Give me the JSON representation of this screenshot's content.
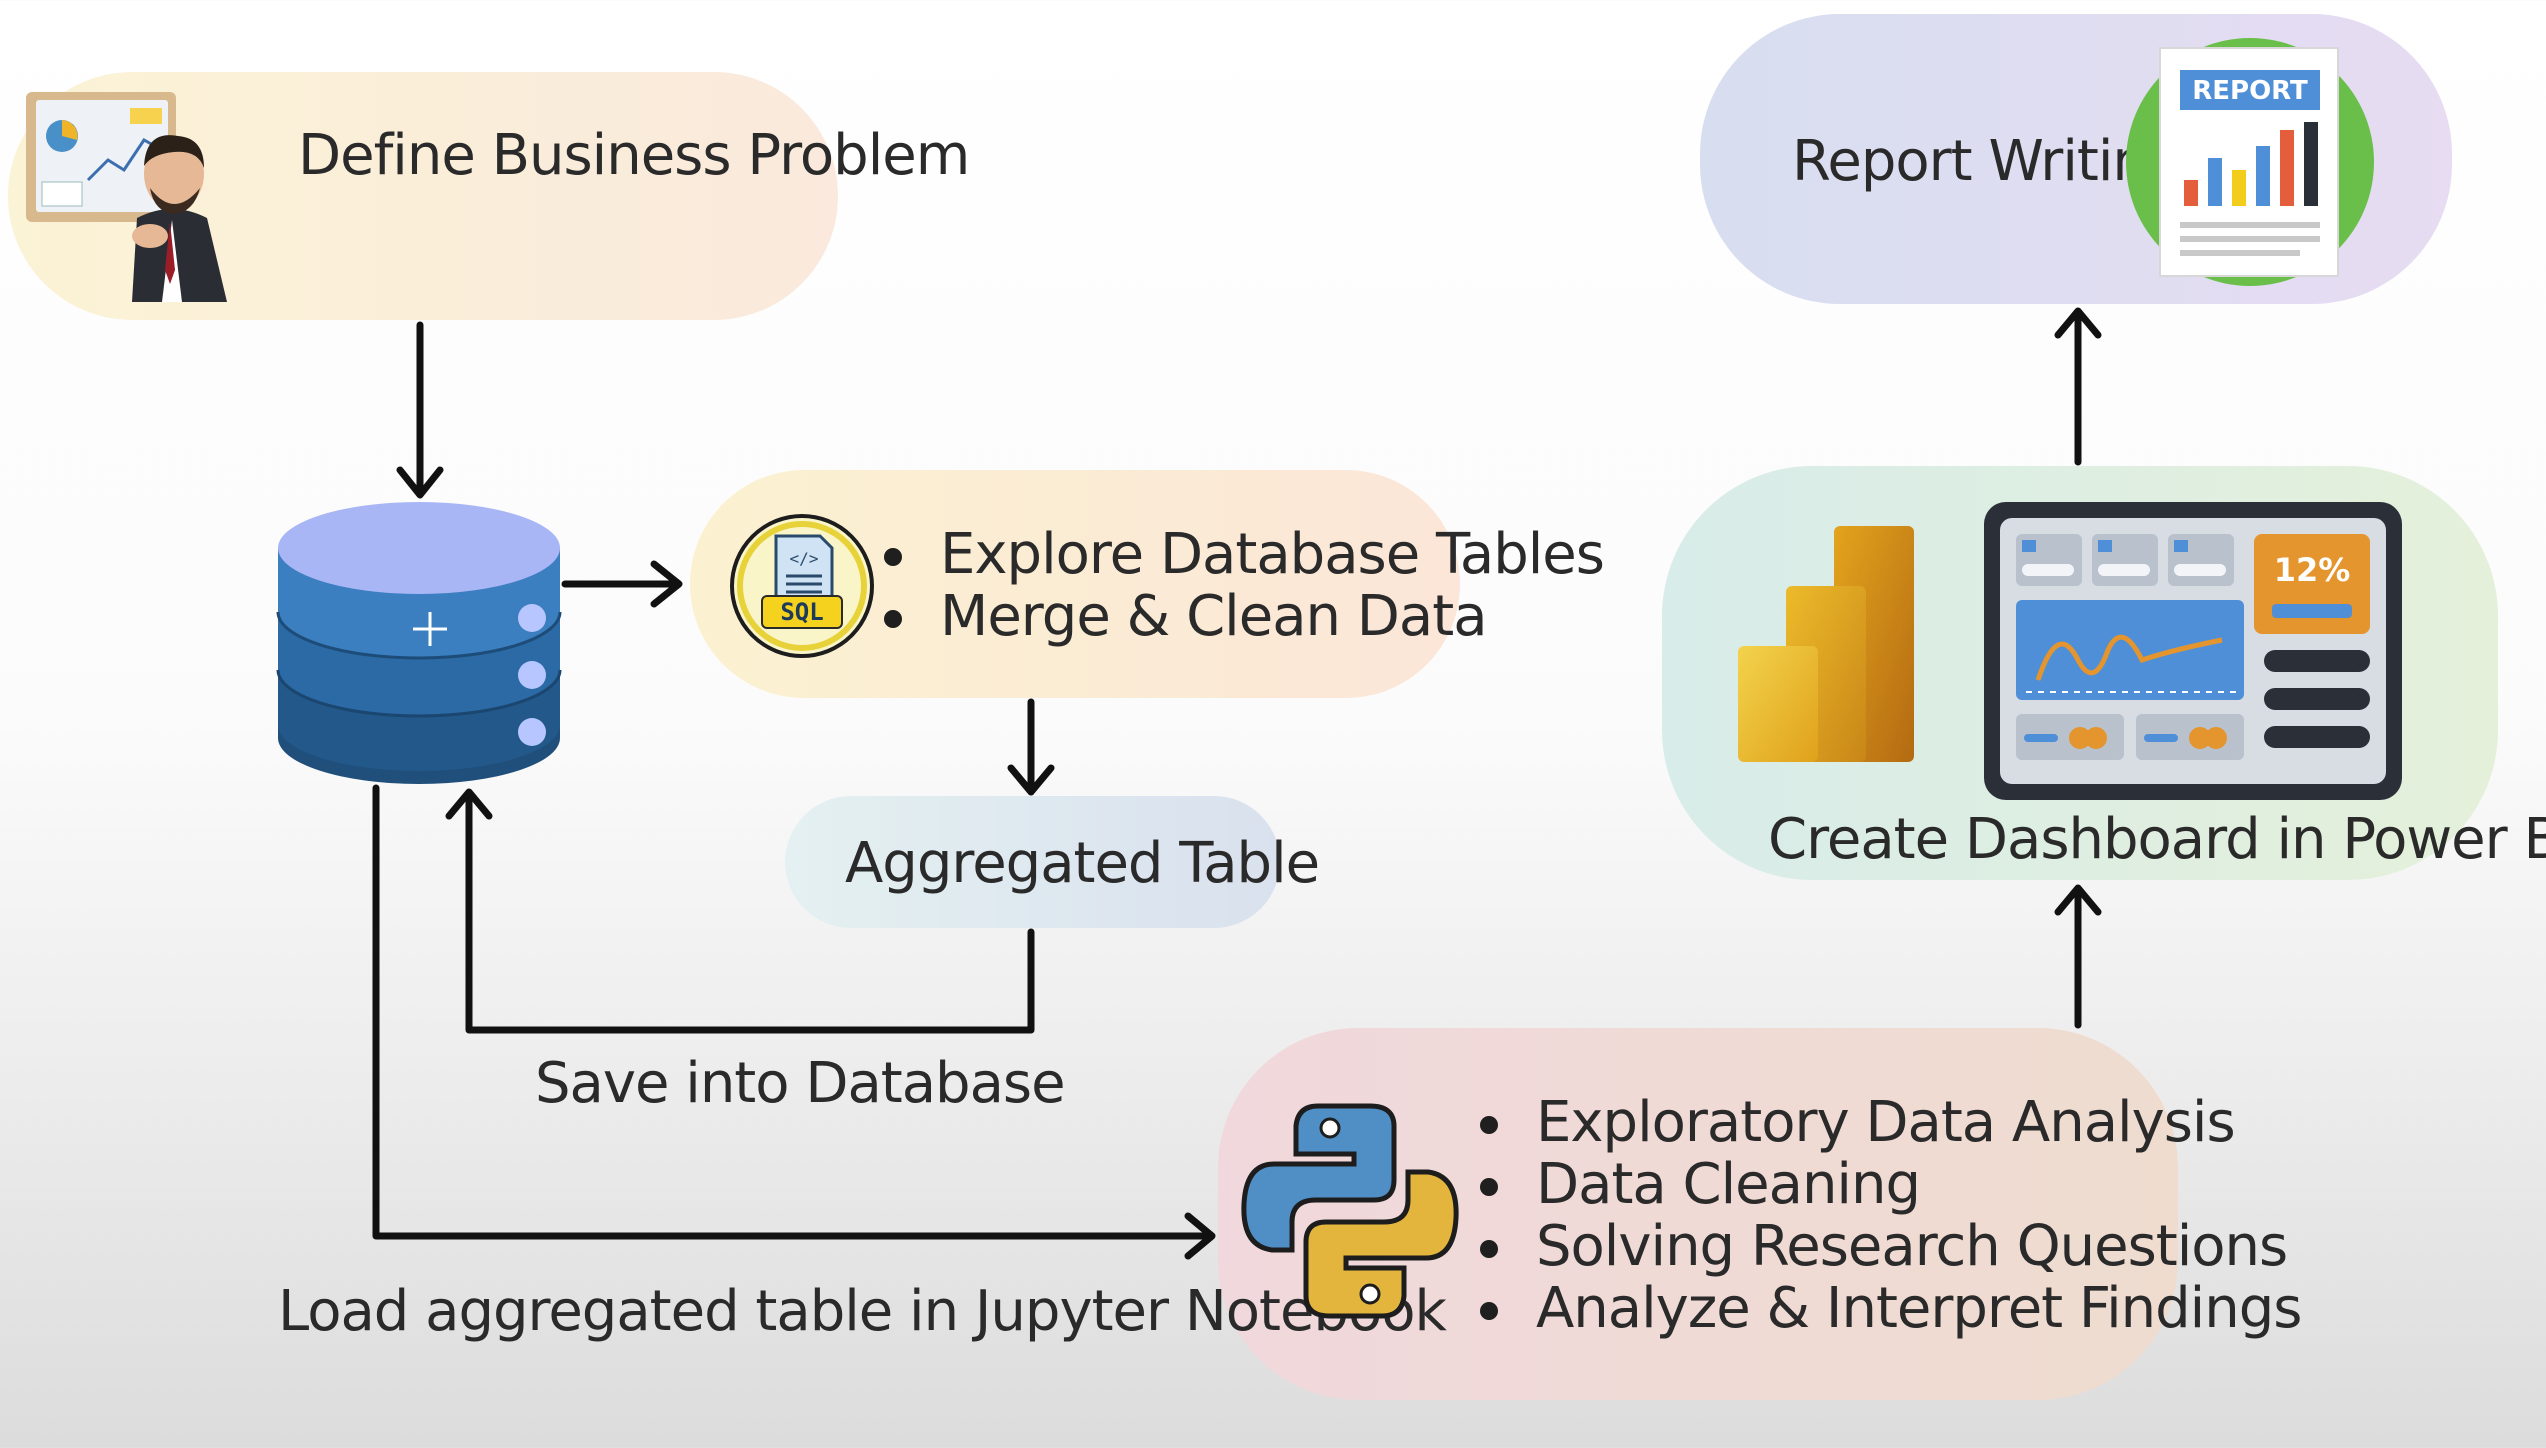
{
  "steps": {
    "define": "Define Business Problem",
    "explore": [
      "Explore Database Tables",
      "Merge & Clean Data"
    ],
    "sql_badge": "SQL",
    "aggregated": "Aggregated Table",
    "save": "Save into Database",
    "load": "Load aggregated table in Jupyter Notebook",
    "python": [
      "Exploratory Data Analysis",
      "Data Cleaning",
      "Solving Research Questions",
      "Analyze & Interpret Findings"
    ],
    "dashboard": "Create Dashboard in Power BI",
    "dashboard_kpi": "12%",
    "report": "Report Writing",
    "report_badge": "REPORT"
  },
  "colors": {
    "database_top": "#a9b6f5",
    "database_body": "#2f6fa8",
    "arrows": "#111111",
    "python_blue": "#4f8fc6",
    "python_yellow": "#e3b53d",
    "powerbi_gold": "#e9b51c"
  }
}
